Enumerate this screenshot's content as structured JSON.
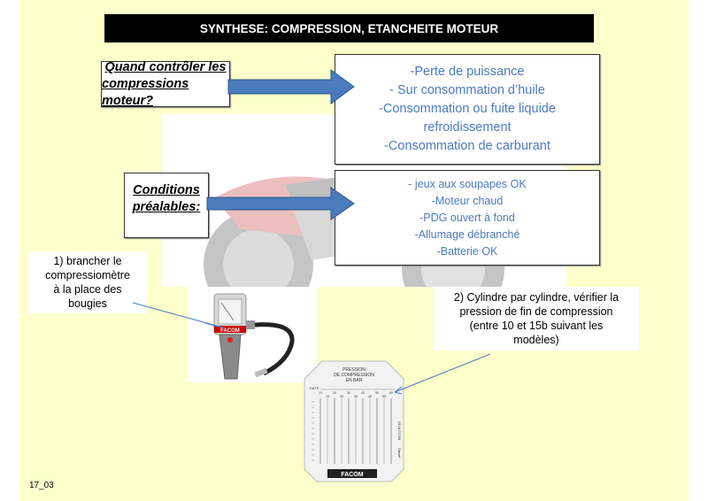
{
  "slide": {
    "title": "SYNTHESE: COMPRESSION, ETANCHEITE MOTEUR",
    "footer_code": "17_03",
    "colors": {
      "background": "#ffffcc",
      "title_bar": "#000000",
      "arrow": "#4a7bbd",
      "list_text": "#4a7bbd"
    }
  },
  "when_block": {
    "question_lines": [
      "Quand contrôler les",
      "compressions moteur?"
    ],
    "answers": [
      "-Perte de puissance",
      "- Sur consommation d’huile",
      "-Consommation ou fuite liquide",
      "refroidissement",
      "-Consommation de carburant"
    ]
  },
  "conditions_block": {
    "question_lines": [
      "Conditions",
      "préalables:"
    ],
    "answers": [
      "- jeux aux soupapes OK",
      "-Moteur chaud",
      "-PDG ouvert à fond",
      "-Allumage débranché",
      "-Batterie OK"
    ]
  },
  "step1": {
    "lines": [
      "1) brancher le",
      "compressiomètre",
      "à la place des",
      "bougies"
    ]
  },
  "step2": {
    "lines": [
      "2) Cylindre par cylindre, vérifier la",
      "pression de fin de compression",
      "(entre 10 et 15b suivant les",
      "modèles)"
    ]
  },
  "gauge_card": {
    "title_lines": [
      "PRESSION",
      "DE COMPRESSION",
      "EN BAR"
    ],
    "date_label": "DATE",
    "scale_top": [
      "10",
      "20",
      "30",
      "40",
      "50",
      "60"
    ],
    "scale_bottom": [
      "15",
      "25",
      "35",
      "45",
      "55"
    ],
    "side_code": "S118-FC/98",
    "side_label": "Diesel",
    "brand": "FACOM"
  },
  "compressor_brand": "FACOM"
}
